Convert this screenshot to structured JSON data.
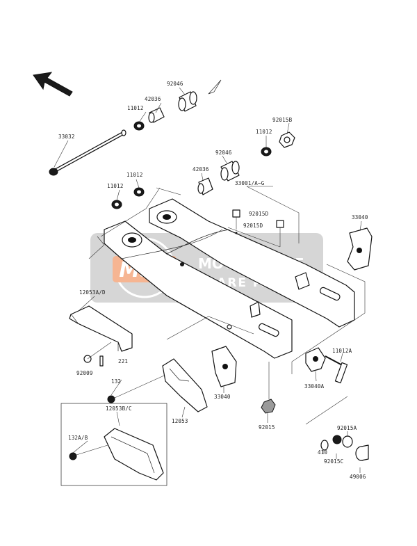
{
  "diagram": {
    "part_numbers": {
      "p92046_top": "92046",
      "p42036_top": "42036",
      "p11012_top": "11012",
      "p33032": "33032",
      "p92015b": "92015B",
      "p11012_right": "11012",
      "p92046_mid": "92046",
      "p42036_mid": "42036",
      "p11012_mid": "11012",
      "p11012_left": "11012",
      "p33001": "33001/A~G",
      "p92015d": "92015D",
      "p92015d_b": "92015D",
      "p33040_right": "33040",
      "p12053ad": "12053A/D",
      "p221": "221",
      "p92009": "92009",
      "p132": "132",
      "p12053": "12053",
      "p33040_mid": "33040",
      "p92015": "92015",
      "p11012a": "11012A",
      "p33040a": "33040A",
      "p12053bc": "12053B/C",
      "p132ab": "132A/B",
      "p92015a": "92015A",
      "p410": "410",
      "p92015c": "92015C",
      "p49006": "49006"
    },
    "watermark": {
      "logo": "MSP",
      "line1": "MOTORCYCLE",
      "line2": "SPARE PARTS"
    }
  }
}
